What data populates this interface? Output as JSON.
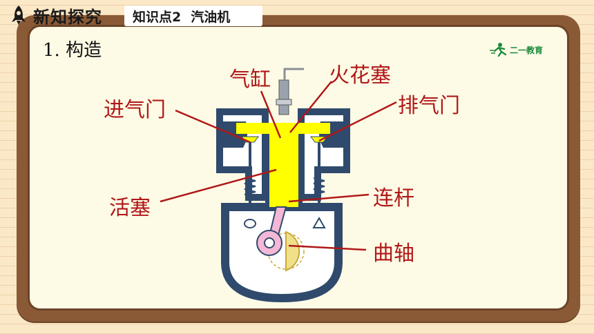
{
  "header": {
    "section_title": "新知探究",
    "topic_number": "知识点2",
    "topic_name": "汽油机"
  },
  "content": {
    "heading": "1. 构造"
  },
  "logo": {
    "text": "二一教育"
  },
  "labels": {
    "cylinder": "气缸",
    "spark_plug": "火花塞",
    "intake_valve": "进气门",
    "exhaust_valve": "排气门",
    "piston": "活塞",
    "connecting_rod": "连杆",
    "crankshaft": "曲轴"
  },
  "colors": {
    "label_red": "#b01818",
    "piston_yellow": "#ffff00",
    "engine_blue": "#2f4a6c",
    "board_brown": "#8a5a36"
  }
}
